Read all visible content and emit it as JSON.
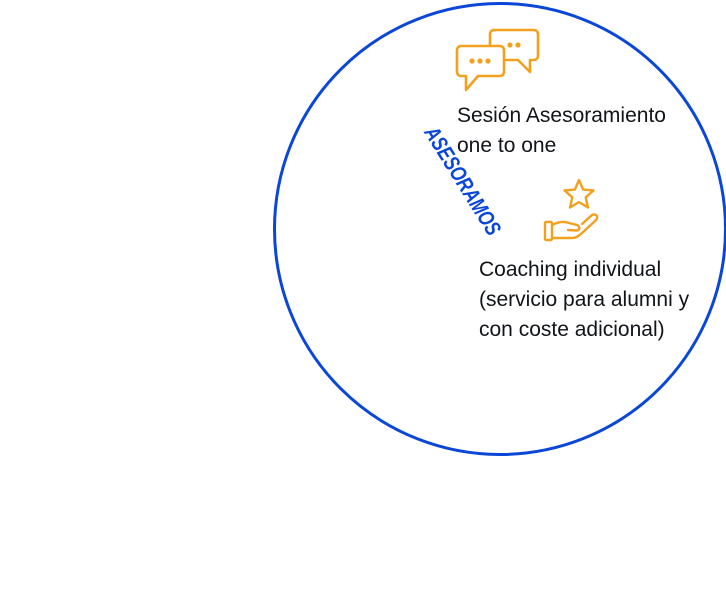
{
  "diagram": {
    "section_label": "ASESORAMOS",
    "items": [
      {
        "icon": "chat-bubbles-icon",
        "lines": [
          "Sesión Asesoramiento",
          "one to one"
        ]
      },
      {
        "icon": "hand-star-icon",
        "lines": [
          "Coaching individual",
          "(servicio para alumni y",
          "con coste adicional)"
        ]
      }
    ]
  },
  "colors": {
    "ring": "#0a47d8",
    "label": "#0a47d8",
    "icon": "#f2a11f",
    "text": "#111418"
  }
}
